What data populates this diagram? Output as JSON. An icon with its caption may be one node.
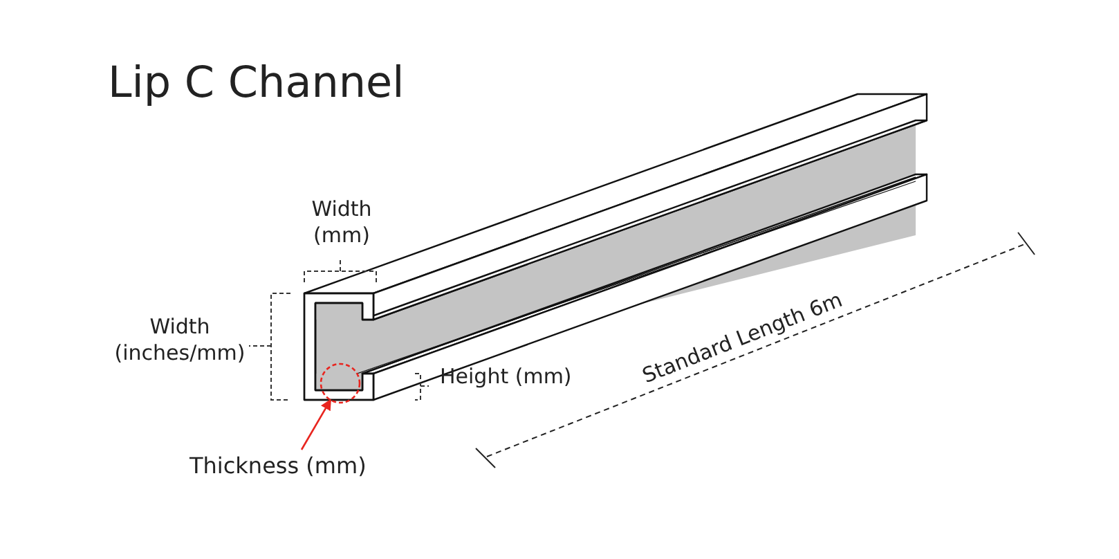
{
  "diagram": {
    "title": "Lip C Channel",
    "nodes": [
      {
        "text": [
          "Thickness (mm)"
        ]
      },
      {
        "text": [],
        "shape": "circle"
      }
    ],
    "edges": [
      {
        "from": 0,
        "to": 1,
        "arrow": "to",
        "color": "#e8251f"
      }
    ],
    "labels": [
      "Width (mm)",
      "Width (inches/mm)",
      "Height (mm)",
      "Standard Length 6m"
    ]
  }
}
